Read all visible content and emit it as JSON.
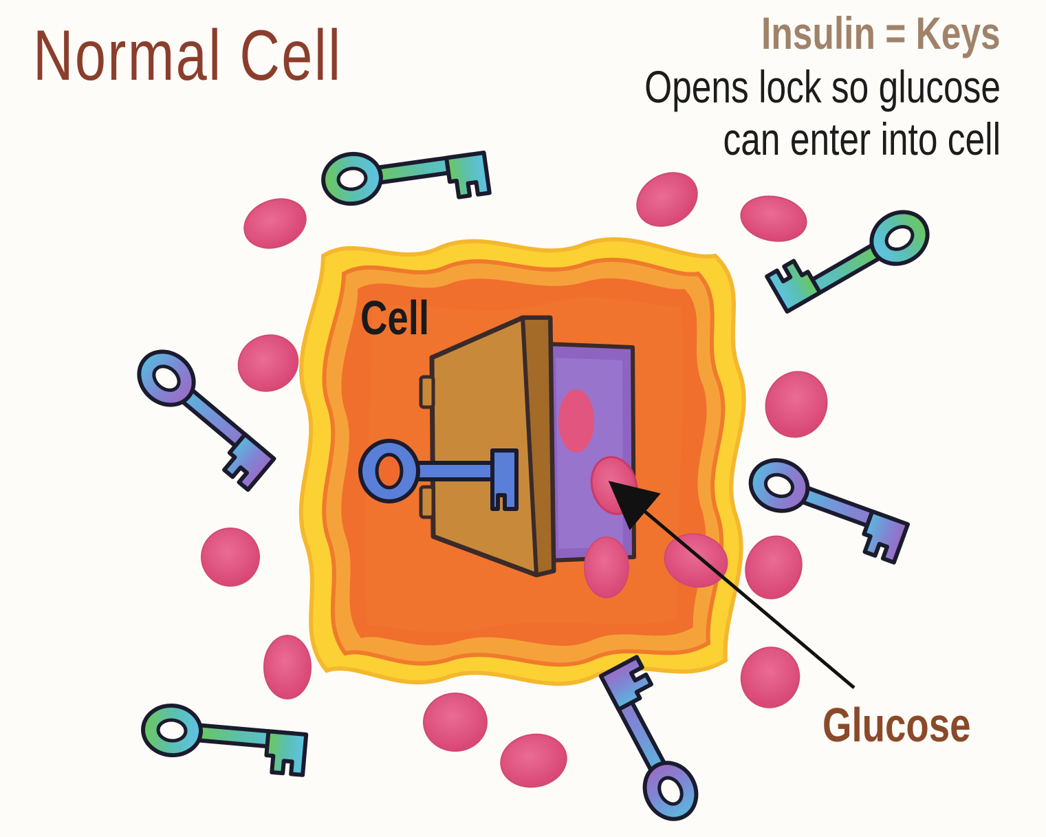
{
  "title": "Normal Cell",
  "legend": {
    "insulin_line": "Insulin = Keys",
    "explanation_lines": [
      "Opens lock so glucose",
      "can enter into cell"
    ]
  },
  "labels": {
    "cell": "Cell",
    "glucose": "Glucose"
  },
  "icons": {
    "key": "key-icon",
    "glucose": "glucose-molecule-icon",
    "door": "cell-door-icon"
  },
  "colors": {
    "title": "#8b3e2c",
    "insulin_text": "#a0826a",
    "glucose_label": "#8a4a2a",
    "glucose": "#e2557f",
    "cell_outer": "#fbd134",
    "cell_middle": "#f6a23a",
    "cell_inner": "#ef6a2c",
    "door": "#c88a3a",
    "doorway": "#8d64c2"
  }
}
